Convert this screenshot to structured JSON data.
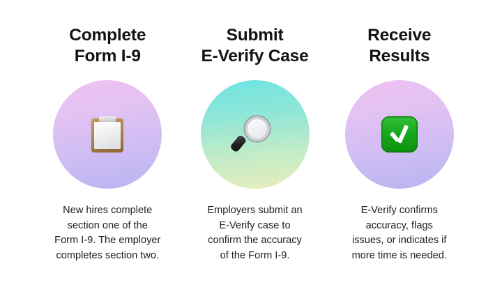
{
  "background_color": "#ffffff",
  "heading_color": "#131313",
  "body_color": "#202124",
  "steps": [
    {
      "heading": "Complete\nForm I-9",
      "body": "New hires complete\nsection one of the\nForm I-9. The employer\ncompletes section two.",
      "icon": "clipboard-emoji",
      "circle_gradient_from": "#eec2f1",
      "circle_gradient_to": "#b8b3f1"
    },
    {
      "heading": "Submit\nE-Verify Case",
      "body": "Employers submit an\nE-Verify case to\nconfirm the accuracy\nof the Form I-9.",
      "icon": "magnifying-glass-emoji",
      "circle_gradient_from": "#6fe4e2",
      "circle_gradient_to": "#e7edbc"
    },
    {
      "heading": "Receive\nResults",
      "body": "E-Verify confirms\naccuracy, flags\nissues, or indicates if\nmore time is needed.",
      "icon": "green-check-mark-emoji",
      "circle_gradient_from": "#eec2f1",
      "circle_gradient_to": "#b8b3f1"
    }
  ]
}
